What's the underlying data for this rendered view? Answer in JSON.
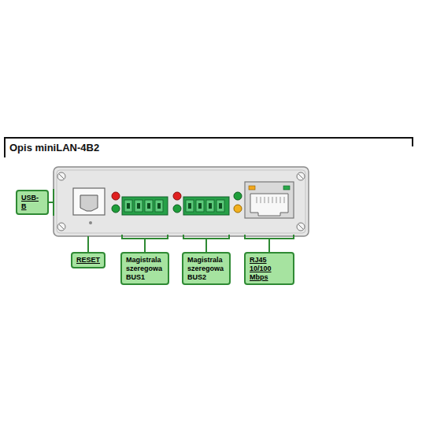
{
  "diagram": {
    "title": "Opis miniLAN-4B2",
    "nodes": [
      {
        "text": [
          "USB-B"
        ]
      },
      {
        "text": [
          "RESET"
        ]
      },
      {
        "text": [
          "Magistrala szeregowa BUS1"
        ]
      },
      {
        "text": [
          "Magistrala szeregowa BUS2"
        ]
      },
      {
        "text": [
          "RJ45 10/100 Mbps"
        ]
      }
    ]
  }
}
